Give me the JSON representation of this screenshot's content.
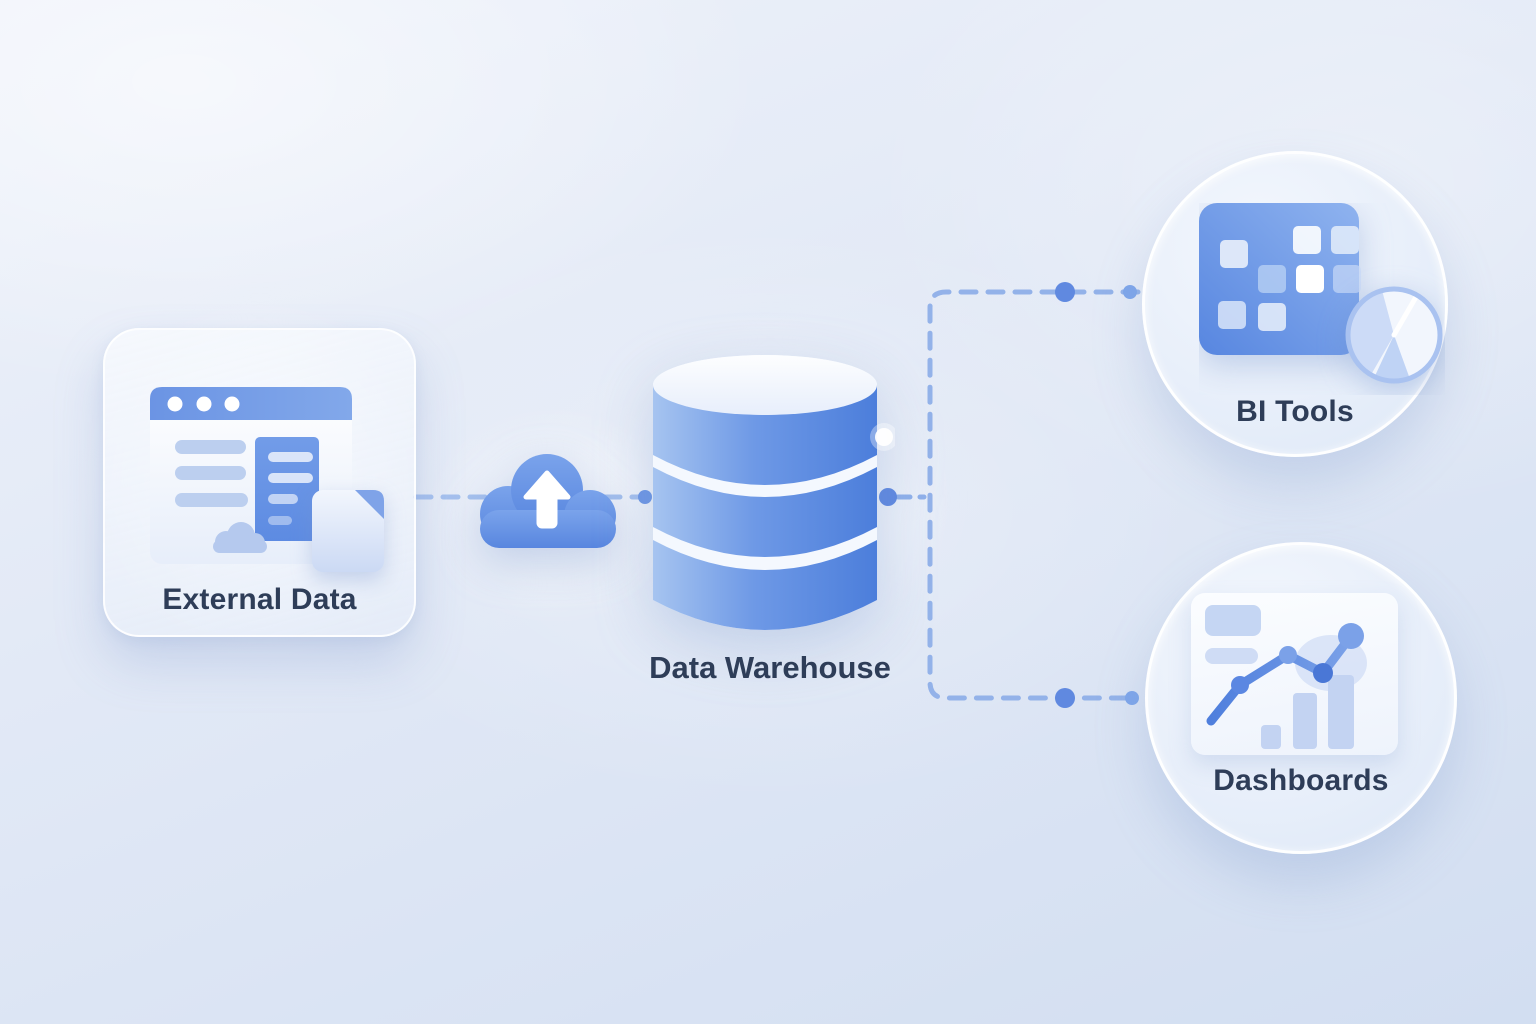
{
  "nodes": {
    "external_data": {
      "label": "External Data",
      "icon": "browser-window-document-icon"
    },
    "cloud_upload": {
      "icon": "cloud-upload-icon"
    },
    "data_warehouse": {
      "label": "Data Warehouse",
      "icon": "database-cylinder-icon"
    },
    "bi_tools": {
      "label": "BI Tools",
      "icon": "table-grid-pie-chart-icon"
    },
    "dashboards": {
      "label": "Dashboards",
      "icon": "dashboard-line-bar-chart-icon"
    }
  },
  "connections": [
    {
      "from": "external_data",
      "to": "cloud_upload",
      "style": "dashed"
    },
    {
      "from": "cloud_upload",
      "to": "data_warehouse",
      "style": "dashed"
    },
    {
      "from": "data_warehouse",
      "to": "bi_tools",
      "style": "dashed-elbow"
    },
    {
      "from": "data_warehouse",
      "to": "dashboards",
      "style": "dashed-elbow"
    }
  ],
  "colors": {
    "accent_blue": "#5b89e2",
    "medium_blue": "#6d97e6",
    "light_blue": "#bcd0f2",
    "text_navy": "#2e3d58",
    "connector_blue": "#8fb0ea",
    "dot_blue": "#6089e0",
    "background_top": "#eef2fa",
    "background_bottom": "#d2def1"
  }
}
